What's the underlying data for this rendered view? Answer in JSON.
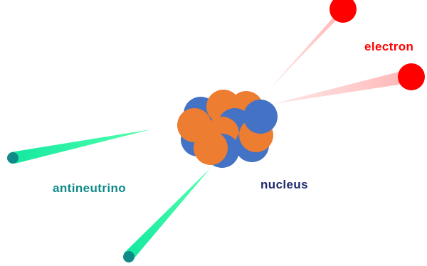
{
  "labels": {
    "electron": "electron",
    "antineutrino": "antineutrino",
    "nucleus": "nucleus"
  },
  "colors": {
    "electron": "#ff0000",
    "electron_trail": "#ffc4c4",
    "antineutrino": "#0f8a88",
    "antineutrino_trail": "#1ef59a",
    "nucleus_label": "#1f2a6b",
    "proton": "#ed7d31",
    "neutron": "#4472c4"
  },
  "particles": {
    "electrons": 2,
    "antineutrinos": 2,
    "nucleons": 12
  }
}
